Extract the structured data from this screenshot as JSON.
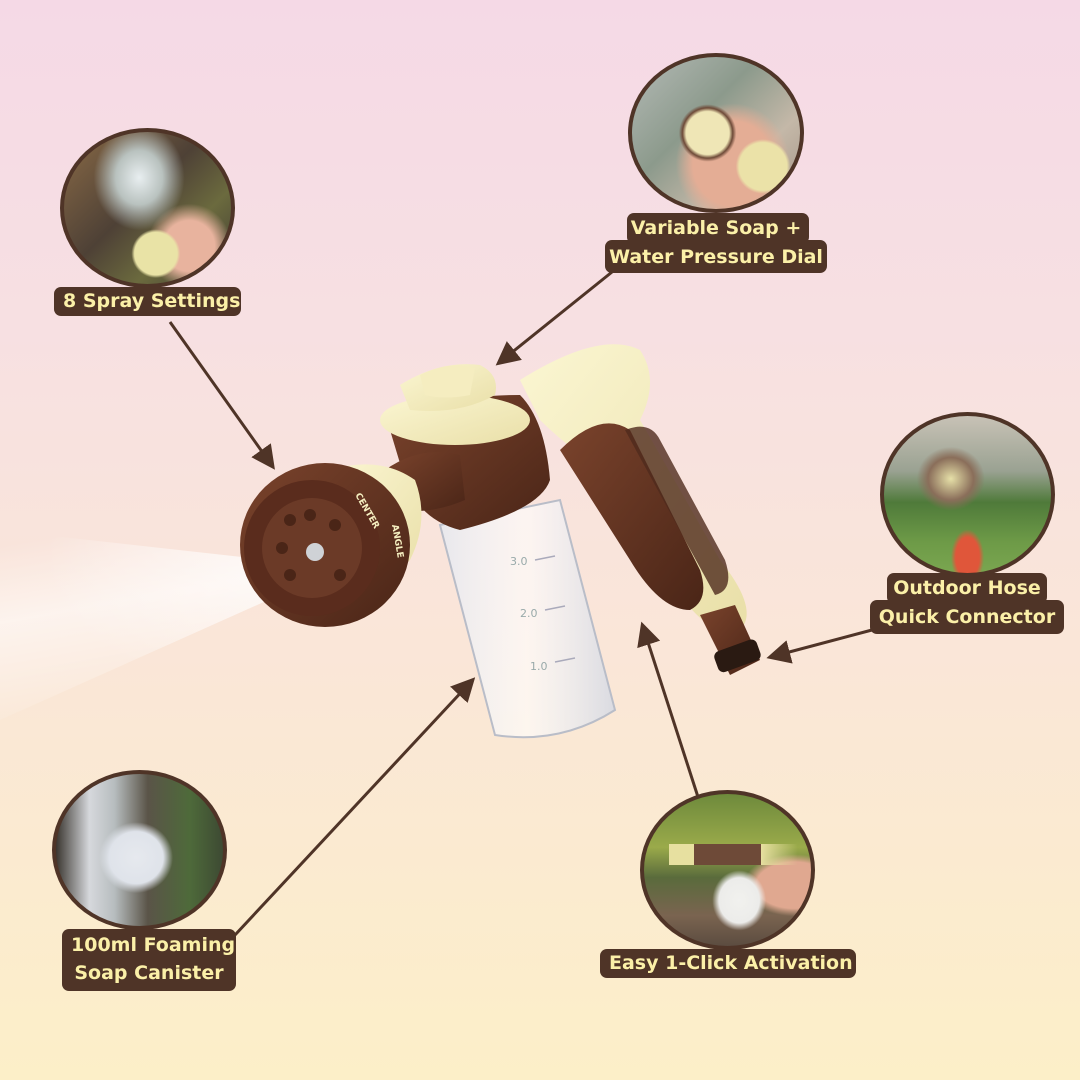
{
  "colors": {
    "background_top": "#f5d9e6",
    "background_bottom": "#fcefc8",
    "label_bg": "#4f3427",
    "label_text": "#fbf0a8",
    "product_cream": "#f5efc0",
    "product_brown": "#5e2f1f"
  },
  "product": {
    "name": "foam-spray-hose-nozzle",
    "dial_text_1": "CENTER",
    "dial_text_2": "ANGLE",
    "canister_marks": [
      "3.0",
      "2.0",
      "1.0"
    ]
  },
  "features": [
    {
      "id": "spray-settings",
      "label": "8 Spray Settings"
    },
    {
      "id": "pressure-dial",
      "label_line1": "Variable Soap +",
      "label_line2": "Water Pressure Dial"
    },
    {
      "id": "hose-connector",
      "label_line1": "Outdoor Hose",
      "label_line2": "Quick Connector"
    },
    {
      "id": "soap-canister",
      "label_line1": "100ml Foaming",
      "label_line2": "Soap Canister"
    },
    {
      "id": "one-click",
      "label": "Easy 1-Click Activation"
    }
  ]
}
